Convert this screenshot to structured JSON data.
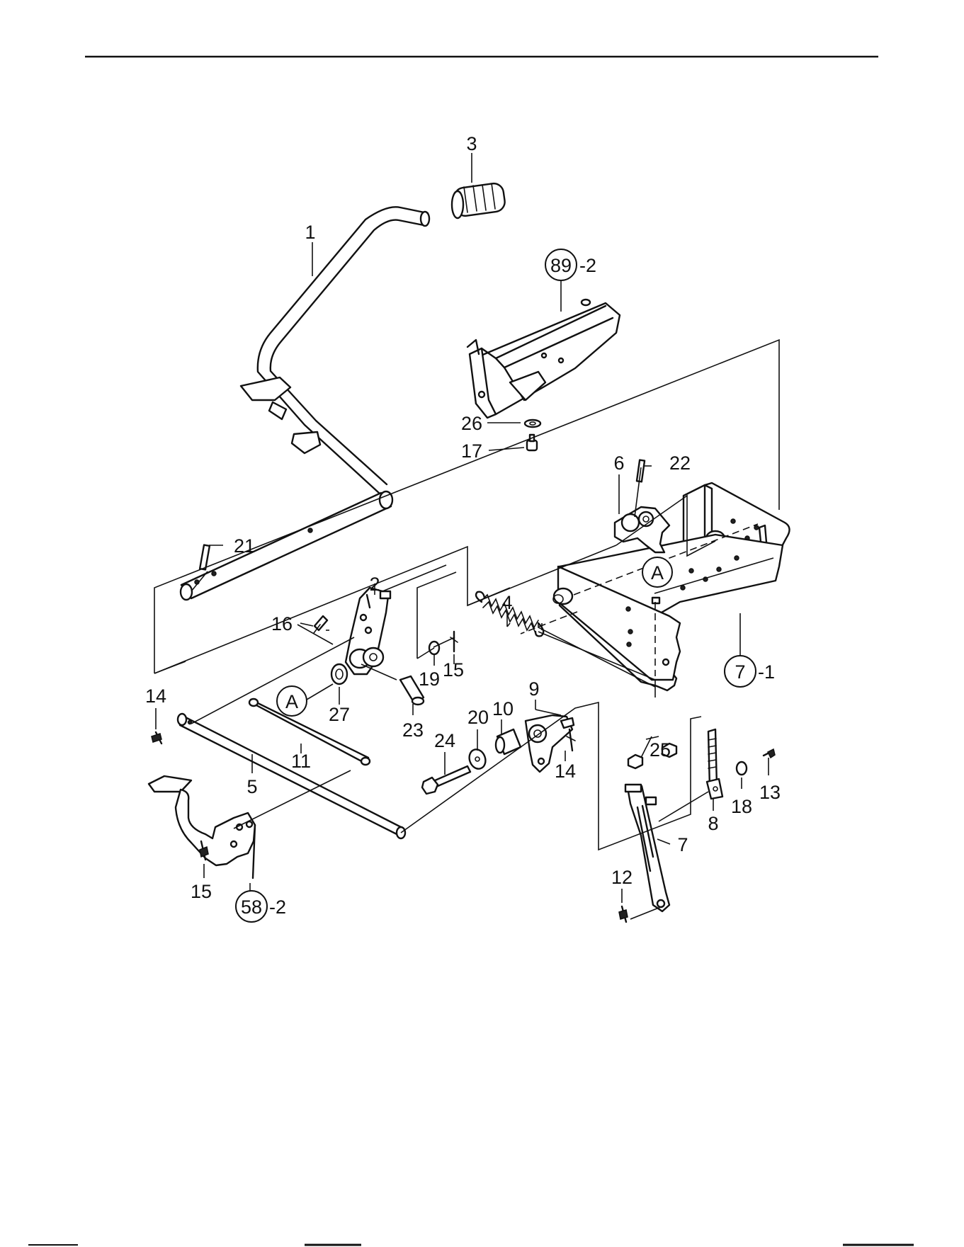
{
  "callouts": [
    {
      "id": "c3",
      "text": "3"
    },
    {
      "id": "c1",
      "text": "1"
    },
    {
      "id": "c89",
      "text": "89"
    },
    {
      "id": "c89s",
      "text": "-2"
    },
    {
      "id": "c26",
      "text": "26"
    },
    {
      "id": "c17",
      "text": "17"
    },
    {
      "id": "c6",
      "text": "6"
    },
    {
      "id": "c22",
      "text": "22"
    },
    {
      "id": "c21",
      "text": "21"
    },
    {
      "id": "c2",
      "text": "2"
    },
    {
      "id": "c4",
      "text": "4"
    },
    {
      "id": "cA1",
      "text": "A"
    },
    {
      "id": "c16",
      "text": "16"
    },
    {
      "id": "c19",
      "text": "19"
    },
    {
      "id": "c15a",
      "text": "15"
    },
    {
      "id": "c7a",
      "text": "7"
    },
    {
      "id": "c7as",
      "text": "-1"
    },
    {
      "id": "c14a",
      "text": "14"
    },
    {
      "id": "cA2",
      "text": "A"
    },
    {
      "id": "c27",
      "text": "27"
    },
    {
      "id": "c23",
      "text": "23"
    },
    {
      "id": "c9",
      "text": "9"
    },
    {
      "id": "c20",
      "text": "20"
    },
    {
      "id": "c10",
      "text": "10"
    },
    {
      "id": "c24",
      "text": "24"
    },
    {
      "id": "c11",
      "text": "11"
    },
    {
      "id": "c5",
      "text": "5"
    },
    {
      "id": "c14b",
      "text": "14"
    },
    {
      "id": "c25",
      "text": "25"
    },
    {
      "id": "c18",
      "text": "18"
    },
    {
      "id": "c13",
      "text": "13"
    },
    {
      "id": "c8",
      "text": "8"
    },
    {
      "id": "c7b",
      "text": "7"
    },
    {
      "id": "c12",
      "text": "12"
    },
    {
      "id": "c15b",
      "text": "15"
    },
    {
      "id": "c58",
      "text": "58"
    },
    {
      "id": "c58s",
      "text": "-2"
    }
  ]
}
